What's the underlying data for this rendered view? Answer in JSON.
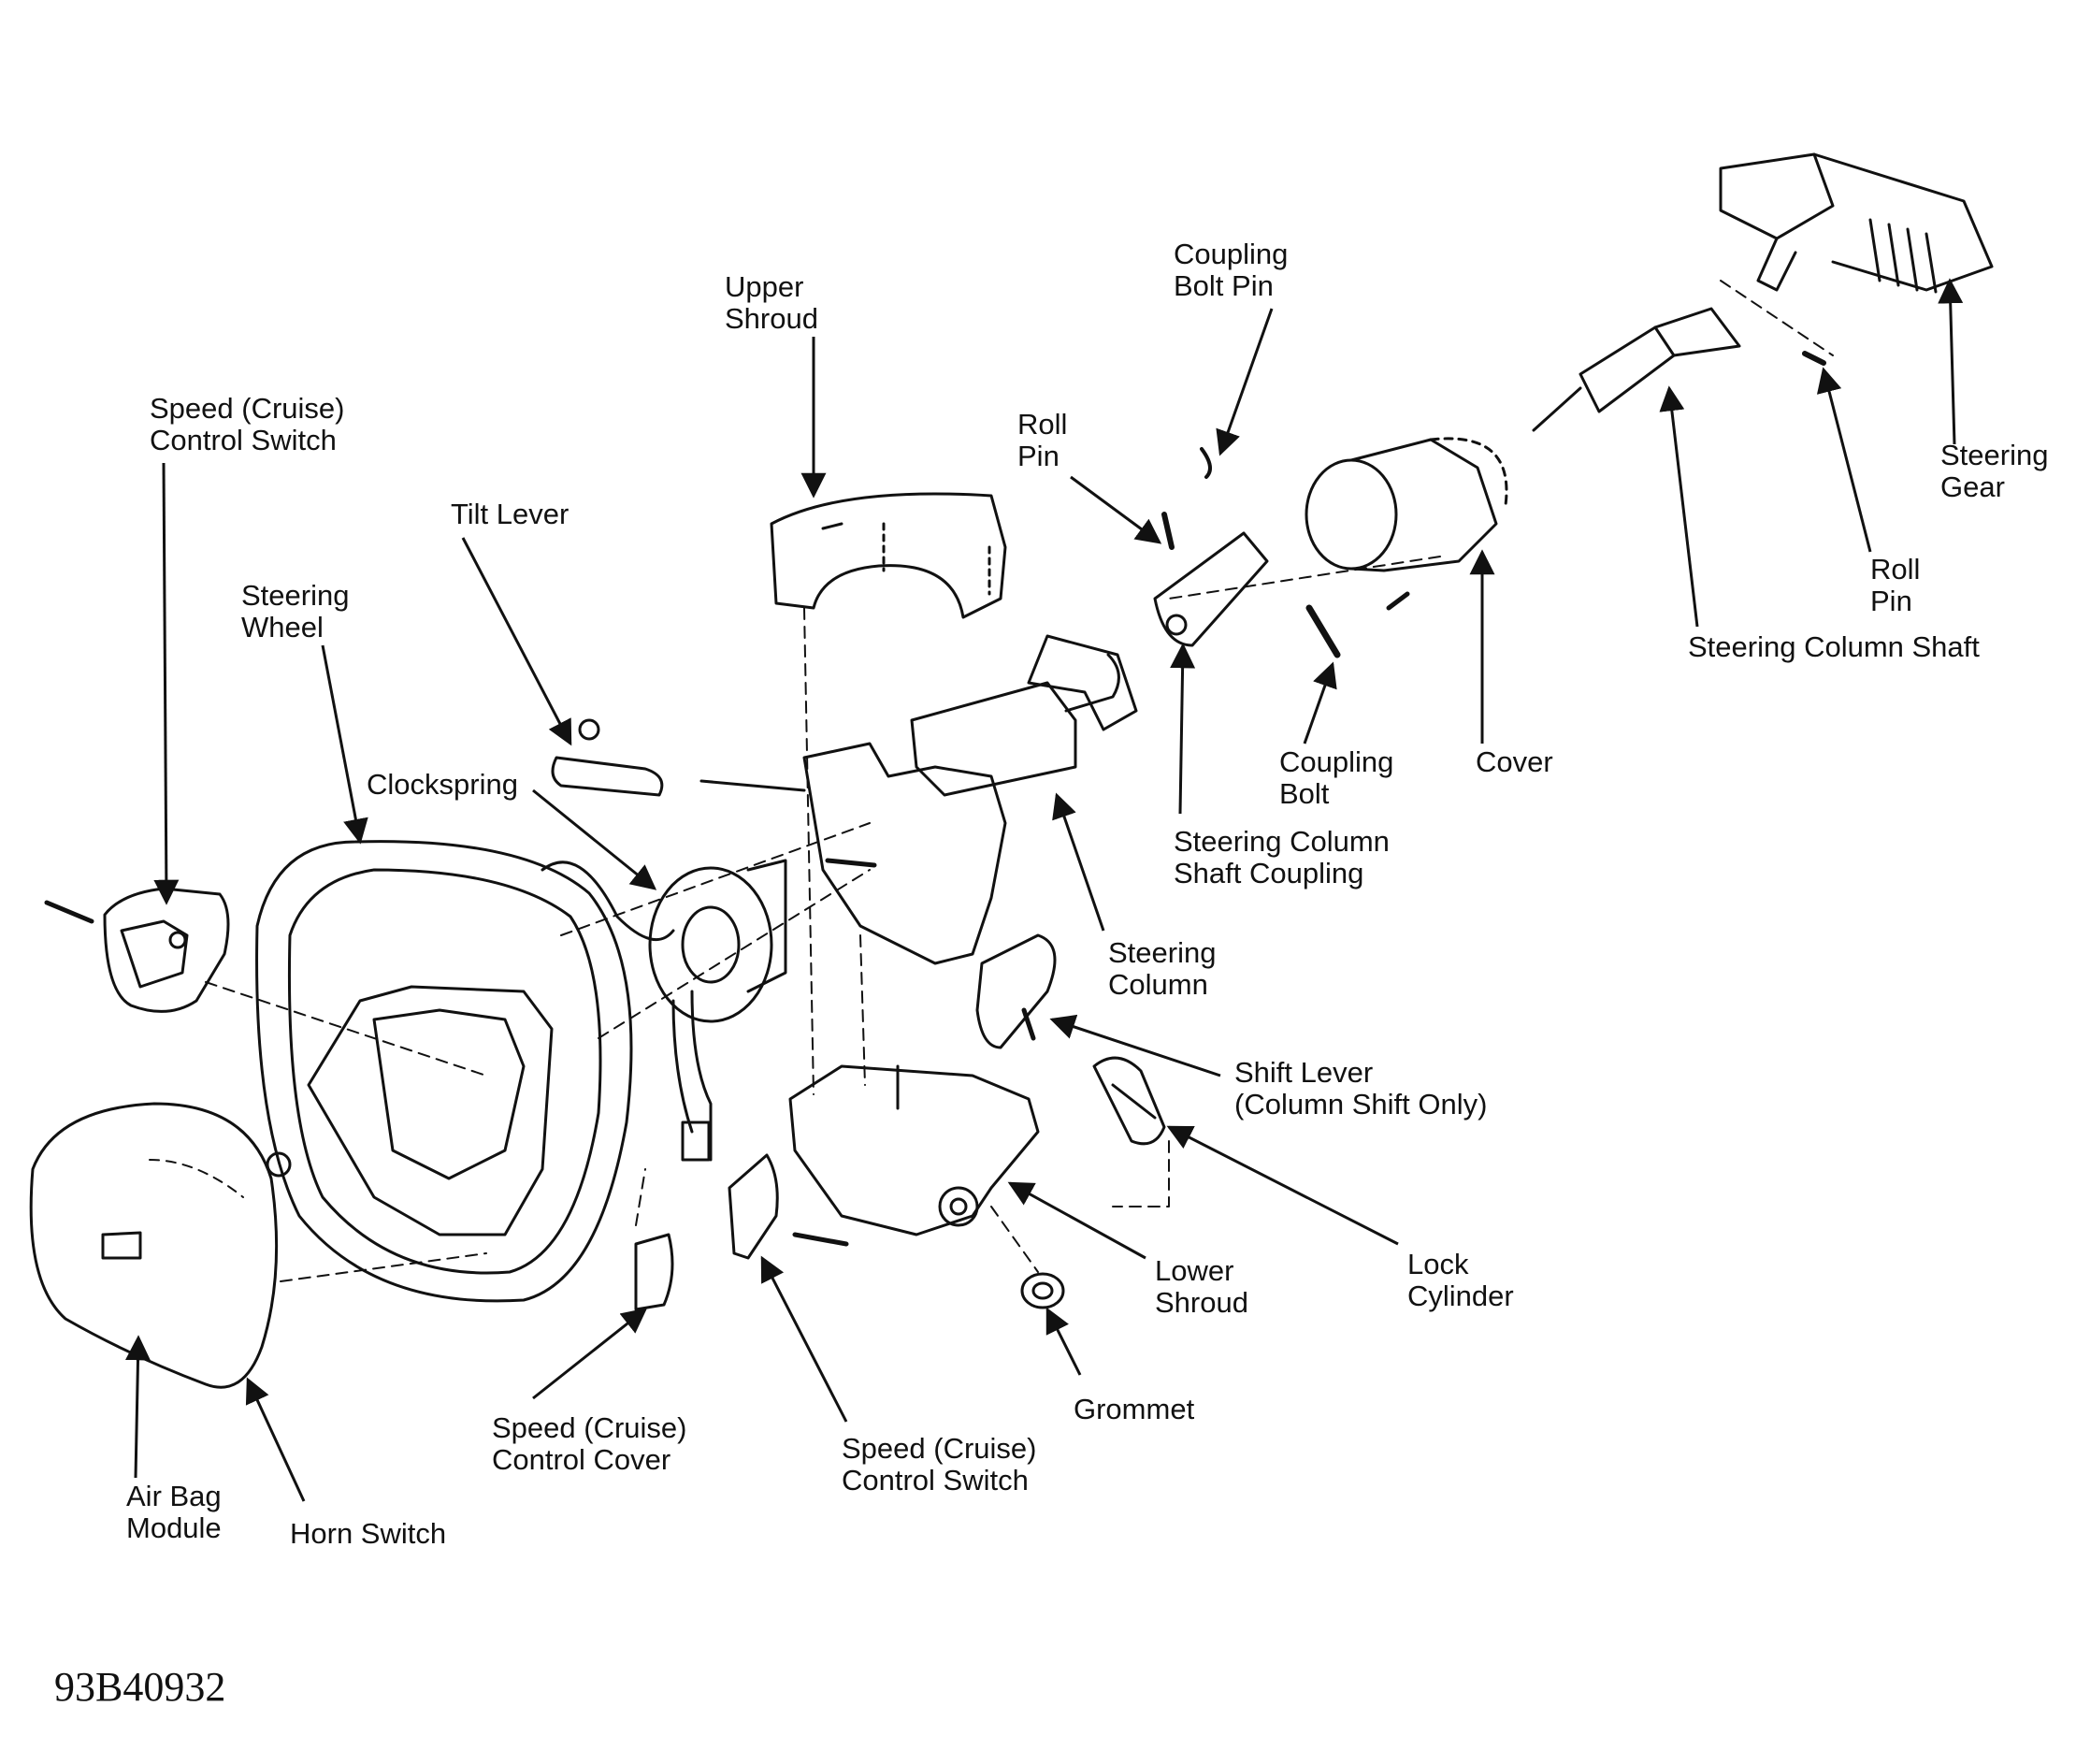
{
  "figure_id": "93B40932",
  "labels": {
    "speed_control_switch_left": "Speed (Cruise)\nControl Switch",
    "tilt_lever": "Tilt Lever",
    "steering_wheel": "Steering\nWheel",
    "clockspring": "Clockspring",
    "upper_shroud": "Upper\nShroud",
    "coupling_bolt_pin": "Coupling\nBolt Pin",
    "roll_pin_left": "Roll\nPin",
    "steering_gear": "Steering\nGear",
    "roll_pin_right": "Roll\nPin",
    "steering_column_shaft": "Steering Column Shaft",
    "coupling_bolt": "Coupling\nBolt",
    "cover": "Cover",
    "steering_column_shaft_coupling": "Steering Column\nShaft Coupling",
    "steering_column": "Steering\nColumn",
    "shift_lever": "Shift Lever\n(Column Shift Only)",
    "lower_shroud": "Lower\nShroud",
    "lock_cylinder": "Lock\nCylinder",
    "grommet": "Grommet",
    "speed_control_cover": "Speed (Cruise)\nControl Cover",
    "speed_control_switch_bottom": "Speed (Cruise)\nControl Switch",
    "air_bag_module": "Air Bag\nModule",
    "horn_switch": "Horn Switch"
  }
}
